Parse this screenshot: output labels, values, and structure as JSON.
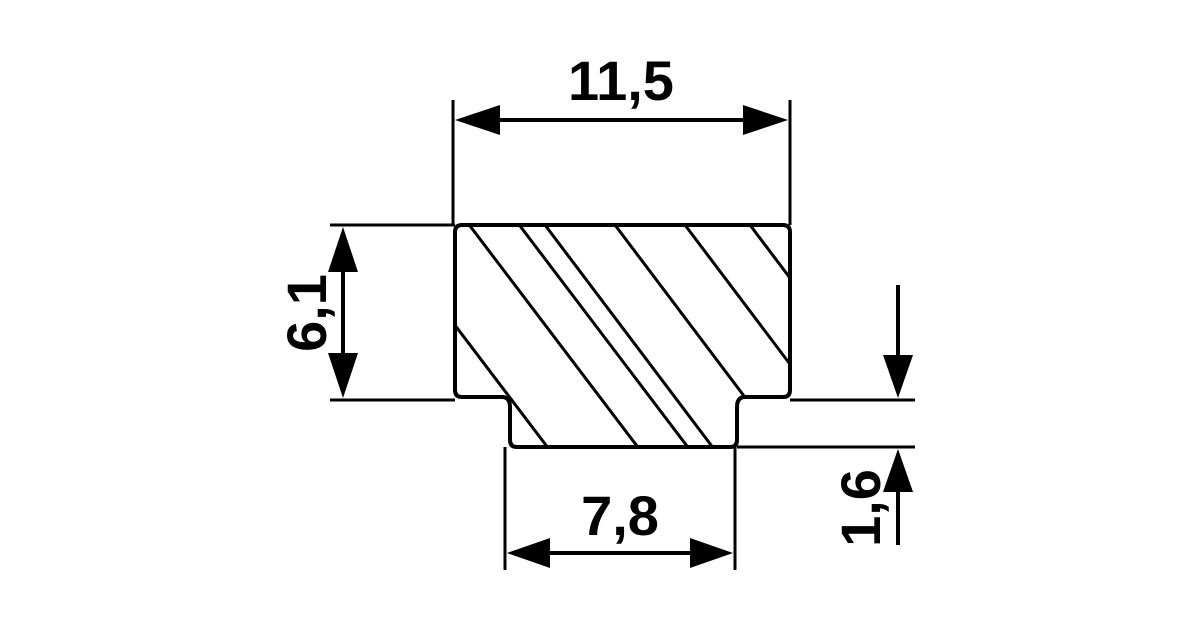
{
  "dimensions": {
    "top_width": "11,5",
    "height": "6,1",
    "bottom_width": "7,8",
    "step_height": "1,6"
  },
  "colors": {
    "line": "#000000",
    "background": "#ffffff"
  }
}
